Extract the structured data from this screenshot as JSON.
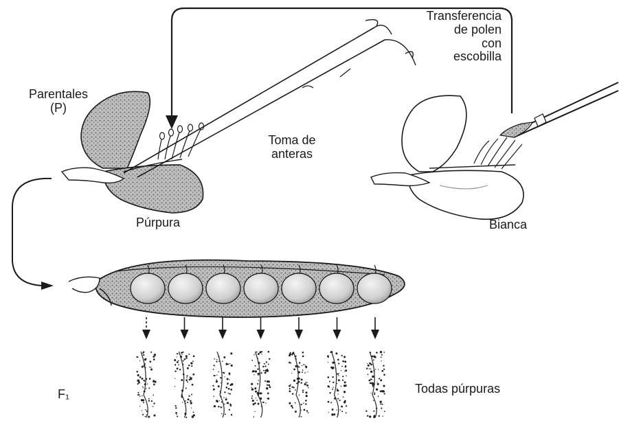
{
  "labels": {
    "transfer_line1": "Transferencia",
    "transfer_line2": "de polen",
    "transfer_line3": "con",
    "transfer_line4": "escobilla",
    "parents_line1": "Parentales",
    "parents_line2": "(P)",
    "anthers_line1": "Toma de",
    "anthers_line2": "anteras",
    "purple_flower": "Púrpura",
    "white_flower": "Bianca",
    "f1": "F₁",
    "all_purple": "Todas púrpuras"
  },
  "offspring_count": 7,
  "seed_count": 7,
  "colors": {
    "ink": "#1a1a1a",
    "shade": "#9a9a9a",
    "paper": "#ffffff"
  }
}
